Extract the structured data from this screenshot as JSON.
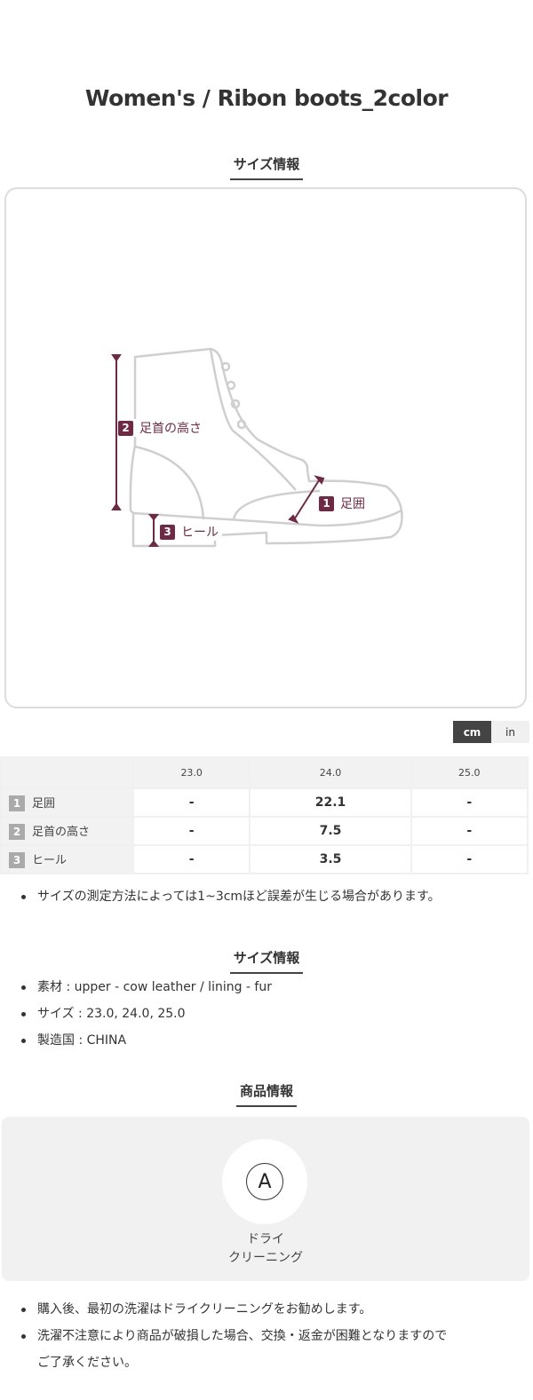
{
  "title": "Women's / Ribon boots_2color",
  "size_section": {
    "heading": "サイズ情報",
    "diagram_labels": [
      {
        "num": "1",
        "label": "足囲"
      },
      {
        "num": "2",
        "label": "足首の高さ"
      },
      {
        "num": "3",
        "label": "ヒール"
      }
    ],
    "unit_toggle": {
      "active": "cm",
      "inactive": "in"
    },
    "table": {
      "columns": [
        "23.0",
        "24.0",
        "25.0"
      ],
      "rows": [
        {
          "num": "1",
          "label": "足囲",
          "values": [
            "-",
            "22.1",
            "-"
          ]
        },
        {
          "num": "2",
          "label": "足首の高さ",
          "values": [
            "-",
            "7.5",
            "-"
          ]
        },
        {
          "num": "3",
          "label": "ヒール",
          "values": [
            "-",
            "3.5",
            "-"
          ]
        }
      ]
    },
    "note": "サイズの測定方法によっては1~3cmほど誤差が生じる場合があります。"
  },
  "info_section": {
    "heading": "サイズ情報",
    "items": [
      "素材 : upper - cow leather / lining - fur",
      "サイズ : 23.0, 24.0, 25.0",
      "製造国 : CHINA"
    ]
  },
  "product_section": {
    "heading": "商品情報",
    "care_symbol": "A",
    "care_label_1": "ドライ",
    "care_label_2": "クリーニング",
    "notes": [
      "購入後、最初の洗濯はドライクリーニングをお勧めします。",
      "洗濯不注意により商品が破損した場合、交換・返金が困難となりますので",
      "ご了承ください。"
    ]
  },
  "colors": {
    "accent": "#6e2a44",
    "dark": "#444444"
  }
}
